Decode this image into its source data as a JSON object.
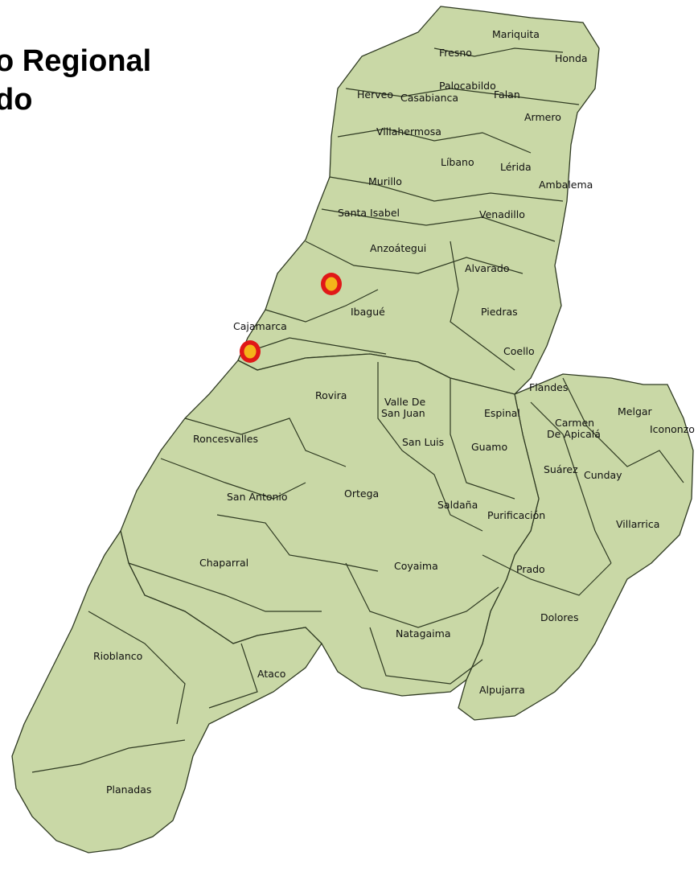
{
  "title": {
    "line1": "o Regional",
    "line2": "do"
  },
  "colors": {
    "land": "#c9d8a6",
    "border": "#2f3a22",
    "marker_ring": "#e01818",
    "marker_fill": "#f4b41a"
  },
  "municipalities": [
    {
      "id": "mariquita",
      "name": "Mariquita"
    },
    {
      "id": "fresno",
      "name": "Fresno"
    },
    {
      "id": "honda",
      "name": "Honda"
    },
    {
      "id": "palocabildo",
      "name": "Palocabildo"
    },
    {
      "id": "herveo",
      "name": "Herveo"
    },
    {
      "id": "casabianca",
      "name": "Casabianca"
    },
    {
      "id": "falan",
      "name": "Falan"
    },
    {
      "id": "armero",
      "name": "Armero"
    },
    {
      "id": "villahermosa",
      "name": "Villahermosa"
    },
    {
      "id": "libano",
      "name": "Líbano"
    },
    {
      "id": "lerida",
      "name": "Lérida"
    },
    {
      "id": "murillo",
      "name": "Murillo"
    },
    {
      "id": "ambalema",
      "name": "Ambalema"
    },
    {
      "id": "santa-isabel",
      "name": "Santa Isabel"
    },
    {
      "id": "venadillo",
      "name": "Venadillo"
    },
    {
      "id": "anzoategui",
      "name": "Anzoátegui"
    },
    {
      "id": "alvarado",
      "name": "Alvarado"
    },
    {
      "id": "ibague",
      "name": "Ibagué"
    },
    {
      "id": "piedras",
      "name": "Piedras"
    },
    {
      "id": "cajamarca",
      "name": "Cajamarca"
    },
    {
      "id": "coello",
      "name": "Coello"
    },
    {
      "id": "rovira",
      "name": "Rovira"
    },
    {
      "id": "flandes",
      "name": "Flandes"
    },
    {
      "id": "valle-de-san-juan",
      "name": "Valle De\nSan Juan"
    },
    {
      "id": "espinal",
      "name": "Espinal"
    },
    {
      "id": "melgar",
      "name": "Melgar"
    },
    {
      "id": "carmen-de-apicala",
      "name": "Carmen\nDe Apicalá"
    },
    {
      "id": "icononzo",
      "name": "Icononzo"
    },
    {
      "id": "roncesvalles",
      "name": "Roncesvalles"
    },
    {
      "id": "san-luis",
      "name": "San Luis"
    },
    {
      "id": "guamo",
      "name": "Guamo"
    },
    {
      "id": "suarez",
      "name": "Suárez"
    },
    {
      "id": "cunday",
      "name": "Cunday"
    },
    {
      "id": "san-antonio",
      "name": "San Antonio"
    },
    {
      "id": "ortega",
      "name": "Ortega"
    },
    {
      "id": "saldana",
      "name": "Saldaña"
    },
    {
      "id": "purificacion",
      "name": "Purificación"
    },
    {
      "id": "villarrica",
      "name": "Villarrica"
    },
    {
      "id": "chaparral",
      "name": "Chaparral"
    },
    {
      "id": "coyaima",
      "name": "Coyaima"
    },
    {
      "id": "prado",
      "name": "Prado"
    },
    {
      "id": "dolores",
      "name": "Dolores"
    },
    {
      "id": "natagaima",
      "name": "Natagaima"
    },
    {
      "id": "rioblanco",
      "name": "Rioblanco"
    },
    {
      "id": "ataco",
      "name": "Ataco"
    },
    {
      "id": "alpujarra",
      "name": "Alpujarra"
    },
    {
      "id": "planadas",
      "name": "Planadas"
    }
  ],
  "markers": [
    {
      "name": "marker-ibague-west"
    },
    {
      "name": "marker-cajamarca-south"
    }
  ]
}
